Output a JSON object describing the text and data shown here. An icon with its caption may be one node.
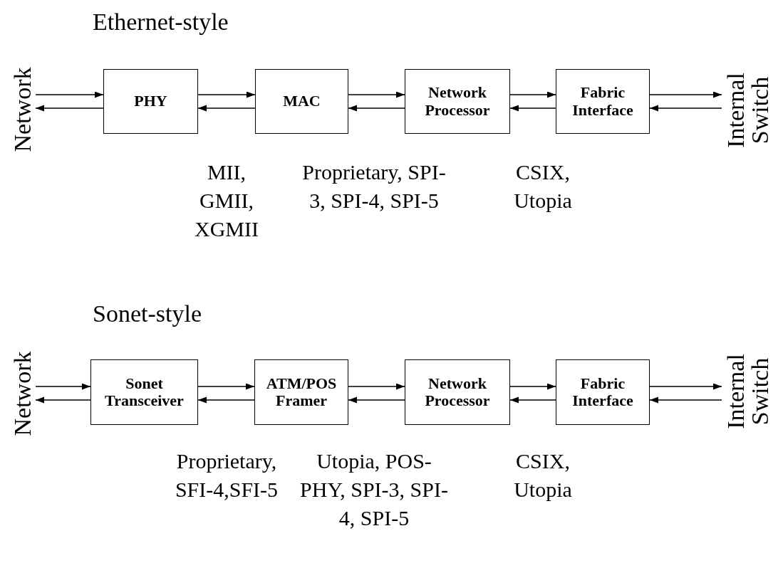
{
  "diagram": {
    "nodes": [
      {
        "text": [
          "Network"
        ]
      },
      {
        "text": [
          "PHY"
        ]
      },
      {
        "text": [
          "MAC"
        ]
      },
      {
        "text": [
          "Network Processor"
        ]
      },
      {
        "text": [
          "Fabric Interface"
        ]
      },
      {
        "text": [
          "Internal Switch"
        ]
      },
      {
        "text": [
          "Network"
        ]
      },
      {
        "text": [
          "Sonet Transceiver"
        ]
      },
      {
        "text": [
          "ATM/POS Framer"
        ]
      },
      {
        "text": [
          "Network Processor"
        ]
      },
      {
        "text": [
          "Fabric Interface"
        ]
      },
      {
        "text": [
          "Internal Switch"
        ]
      }
    ],
    "edges": [
      {
        "from": 0,
        "to": 1,
        "arrow": "to"
      },
      {
        "from": 1,
        "to": 0,
        "arrow": "to"
      },
      {
        "from": 1,
        "to": 2,
        "arrow": "to"
      },
      {
        "from": 2,
        "to": 1,
        "arrow": "to"
      },
      {
        "from": 2,
        "to": 3,
        "arrow": "to"
      },
      {
        "from": 3,
        "to": 2,
        "arrow": "to"
      },
      {
        "from": 3,
        "to": 4,
        "arrow": "to"
      },
      {
        "from": 4,
        "to": 3,
        "arrow": "to"
      },
      {
        "from": 4,
        "to": 5,
        "arrow": "to"
      },
      {
        "from": 5,
        "to": 4,
        "arrow": "to"
      },
      {
        "from": 6,
        "to": 7,
        "arrow": "to"
      },
      {
        "from": 7,
        "to": 6,
        "arrow": "to"
      },
      {
        "from": 7,
        "to": 8,
        "arrow": "to"
      },
      {
        "from": 8,
        "to": 7,
        "arrow": "to"
      },
      {
        "from": 8,
        "to": 9,
        "arrow": "to"
      },
      {
        "from": 9,
        "to": 8,
        "arrow": "to"
      },
      {
        "from": 9,
        "to": 10,
        "arrow": "to"
      },
      {
        "from": 10,
        "to": 9,
        "arrow": "to"
      },
      {
        "from": 10,
        "to": 11,
        "arrow": "to"
      },
      {
        "from": 11,
        "to": 10,
        "arrow": "to"
      }
    ],
    "labels": [
      "Ethernet-style",
      "MII, GMII, XGMII",
      "Proprietary, SPI-3, SPI-4, SPI-5",
      "CSIX, Utopia",
      "Sonet-style",
      "Proprietary, SFI-4,SFI-5",
      "Utopia, POS-PHY, SPI-3, SPI-4, SPI-5",
      "CSIX, Utopia"
    ]
  }
}
